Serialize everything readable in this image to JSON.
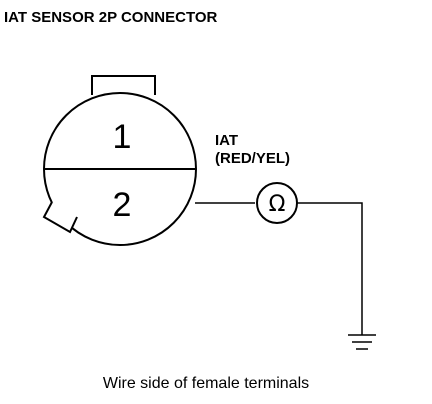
{
  "diagram": {
    "title": "IAT SENSOR 2P CONNECTOR",
    "terminal_upper": "1",
    "terminal_lower": "2",
    "wire_name": "IAT",
    "wire_color": "(RED/YEL)",
    "meter_symbol": "Ω",
    "caption": "Wire side of female terminals",
    "icons": {
      "meter": "ohmmeter-icon",
      "ground": "ground-icon"
    }
  }
}
